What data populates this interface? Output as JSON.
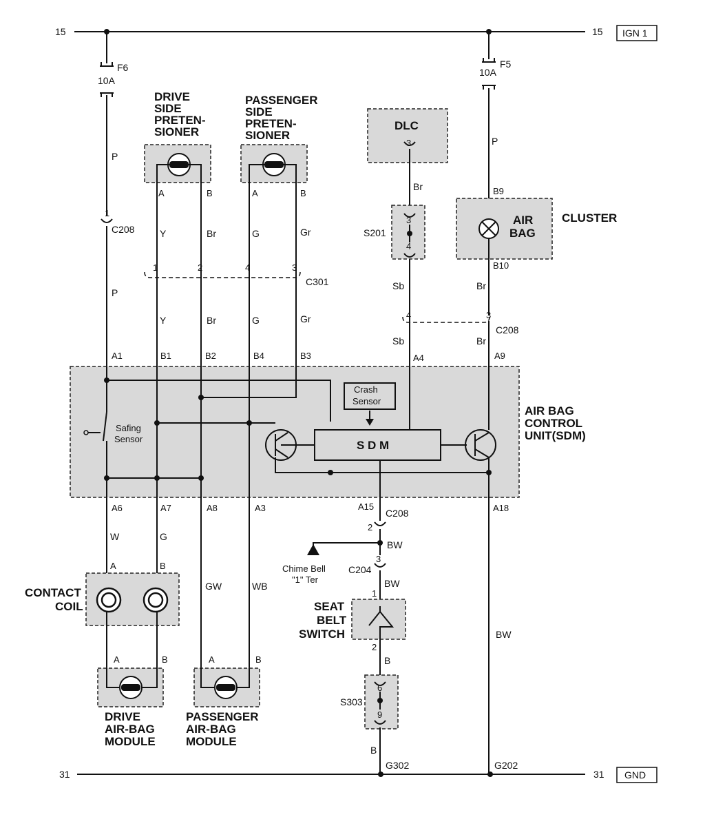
{
  "rails": {
    "top_left": "15",
    "top_right": "15",
    "top_tag": "IGN 1",
    "bottom_left": "31",
    "bottom_right": "31",
    "bottom_tag": "GND"
  },
  "fuses": {
    "f6": {
      "name": "F6",
      "rating": "10A"
    },
    "f5": {
      "name": "F5",
      "rating": "10A"
    }
  },
  "components": {
    "drive_pretensioner": [
      "DRIVE",
      "SIDE",
      "PRETEN-",
      "SIONER"
    ],
    "passenger_pretensioner": [
      "PASSENGER",
      "SIDE",
      "PRETEN-",
      "SIONER"
    ],
    "dlc": "DLC",
    "cluster": "CLUSTER",
    "cluster_lamp": [
      "AIR",
      "BAG"
    ],
    "sdm": [
      "AIR BAG",
      "CONTROL",
      "UNIT(SDM)"
    ],
    "crash_sensor": [
      "Crash",
      "Sensor"
    ],
    "safing_sensor": [
      "Safing",
      "Sensor"
    ],
    "sdm_block": "S D M",
    "contact_coil": [
      "CONTACT",
      "COIL"
    ],
    "seat_belt_switch": [
      "SEAT",
      "BELT",
      "SWITCH"
    ],
    "chime_bell": [
      "Chime Bell",
      "\"1\" Ter"
    ],
    "drive_module": [
      "DRIVE",
      "AIR-BAG",
      "MODULE"
    ],
    "passenger_module": [
      "PASSENGER",
      "AIR-BAG",
      "MODULE"
    ]
  },
  "connectors": {
    "c208": "C208",
    "c301": "C301",
    "s201": "S201",
    "c204": "C204",
    "s303": "S303",
    "g302": "G302",
    "g202": "G202"
  },
  "wires": {
    "p": "P",
    "y": "Y",
    "br": "Br",
    "g": "G",
    "gr": "Gr",
    "sb": "Sb",
    "w": "W",
    "gw": "GW",
    "wb": "WB",
    "bw": "BW",
    "b": "B"
  },
  "pins": {
    "a": "A",
    "b": "B",
    "one": "1",
    "two": "2",
    "three": "3",
    "four": "4",
    "six": "6",
    "nine": "9",
    "a1": "A1",
    "b1": "B1",
    "b2": "B2",
    "b4": "B4",
    "b3": "B3",
    "a4": "A4",
    "a9": "A9",
    "a6": "A6",
    "a7": "A7",
    "a8": "A8",
    "a3": "A3",
    "a15": "A15",
    "a18": "A18",
    "b9": "B9",
    "b10": "B10"
  }
}
